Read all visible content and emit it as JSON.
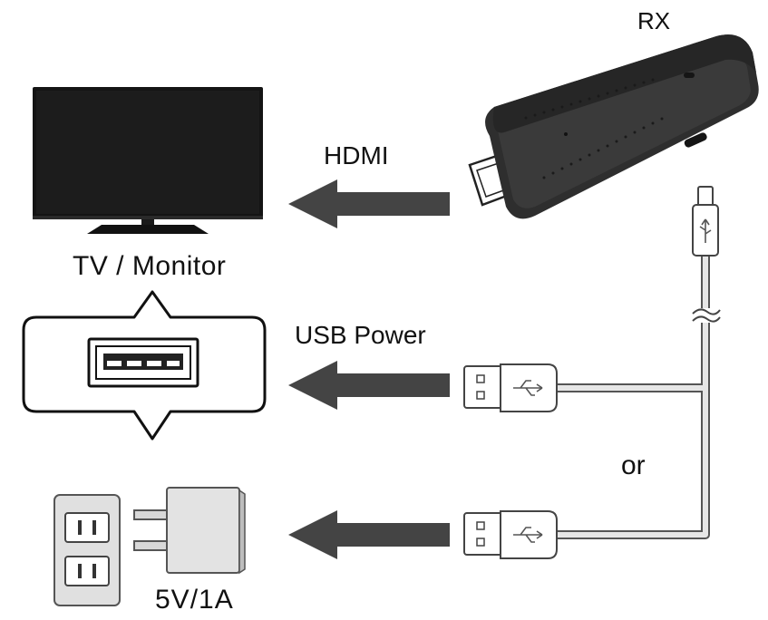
{
  "labels": {
    "rx": "RX",
    "hdmi": "HDMI",
    "tv_monitor": "TV / Monitor",
    "usb_power": "USB Power",
    "or": "or",
    "power_rating": "5V/1A"
  },
  "colors": {
    "arrow": "#444444",
    "cable": "#9a9a9a",
    "device_body": "#2e2e2e",
    "screen": "#141414"
  },
  "icons": [
    "tv-monitor-icon",
    "usb-a-port-icon",
    "wall-outlet-icon",
    "power-adapter-icon",
    "rx-dongle-icon",
    "usb-a-plug-icon",
    "micro-usb-plug-icon",
    "arrow-left-icon"
  ]
}
